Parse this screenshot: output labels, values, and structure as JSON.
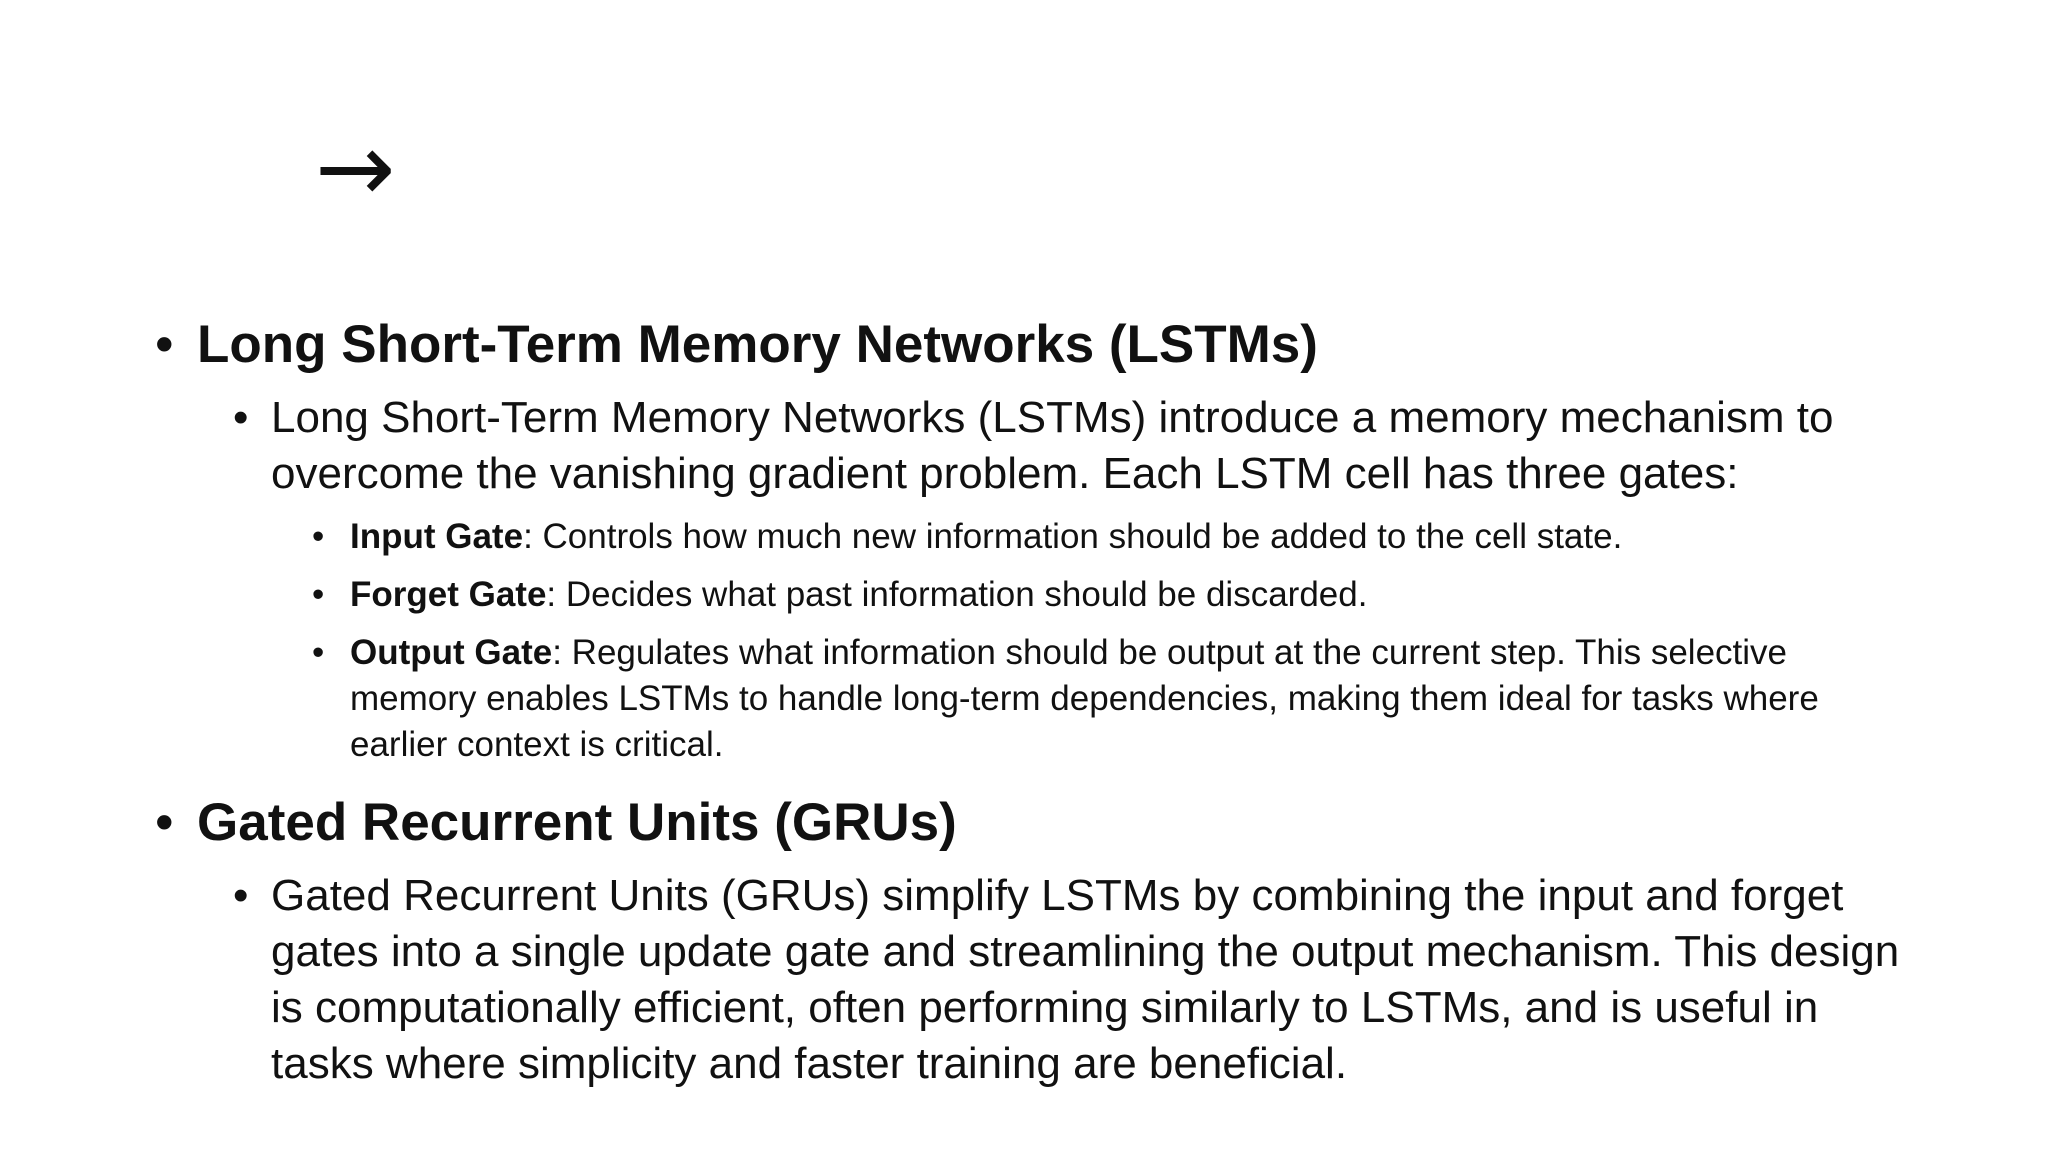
{
  "slide": {
    "arrow_glyph": "→",
    "lstm": {
      "heading": "Long Short-Term Memory Networks (LSTMs)",
      "description": "Long Short-Term Memory Networks (LSTMs) introduce a memory mechanism to overcome the vanishing gradient problem. Each LSTM cell has three gates:",
      "gates": [
        {
          "name": "Input Gate",
          "text": ": Controls how much new information should be added to the cell state."
        },
        {
          "name": "Forget Gate",
          "text": ": Decides what past information should be discarded."
        },
        {
          "name": "Output Gate",
          "text": ": Regulates what information should be output at the current step. This selective memory enables LSTMs to handle long-term dependencies, making them ideal for tasks where earlier context is critical."
        }
      ]
    },
    "gru": {
      "heading": "Gated Recurrent Units (GRUs)",
      "description": "Gated Recurrent Units (GRUs) simplify LSTMs by combining the input and forget gates into a single update gate and streamlining the output mechanism. This design is computationally efficient, often performing similarly to LSTMs, and is useful in tasks where simplicity and faster training are beneficial."
    },
    "bullet_char": "•"
  }
}
